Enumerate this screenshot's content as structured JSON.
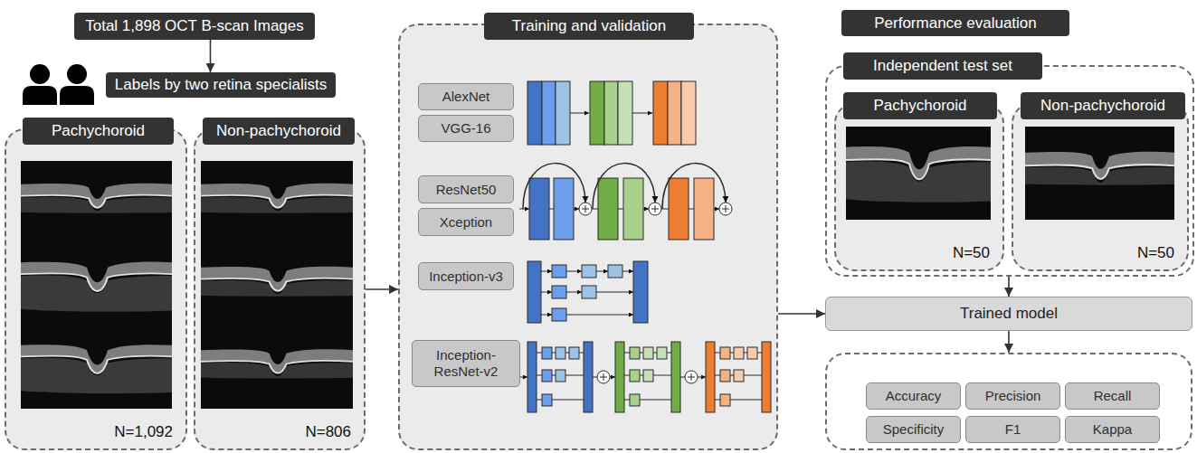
{
  "diagram": {
    "nodes": [
      {
        "text": [
          "Total 1,898 OCT B-scan Images"
        ]
      },
      {
        "text": [
          "Labels by two retina specialists"
        ]
      },
      {
        "text": [
          "Pachychoroid",
          "N=1,092"
        ]
      },
      {
        "text": [
          "Non-pachychoroid",
          "N=806"
        ]
      },
      {
        "text": [
          "Training and validation"
        ]
      },
      {
        "text": [
          "AlexNet"
        ],
        "in": 4
      },
      {
        "text": [
          "VGG-16"
        ],
        "in": 4
      },
      {
        "text": [
          "ResNet50"
        ],
        "in": 4
      },
      {
        "text": [
          "Xception"
        ],
        "in": 4
      },
      {
        "text": [
          "Inception-v3"
        ],
        "in": 4
      },
      {
        "text": [
          "Inception- ResNet-v2"
        ],
        "in": 4
      },
      {
        "text": [
          "Performance evaluation"
        ]
      },
      {
        "text": [
          "Independent test set"
        ]
      },
      {
        "text": [
          "Pachychoroid",
          "N=50"
        ],
        "in": 12
      },
      {
        "text": [
          "Non-pachychoroid",
          "N=50"
        ],
        "in": 12
      },
      {
        "text": [
          "Trained model"
        ]
      },
      {
        "text": []
      },
      {
        "text": [
          "Accuracy"
        ],
        "in": 16
      },
      {
        "text": [
          "Precision"
        ],
        "in": 16
      },
      {
        "text": [
          "Recall"
        ],
        "in": 16
      },
      {
        "text": [
          "Specificity"
        ],
        "in": 16
      },
      {
        "text": [
          "F1"
        ],
        "in": 16
      },
      {
        "text": [
          "Kappa"
        ],
        "in": 16
      }
    ],
    "edges": [
      {
        "from": 0,
        "to": 1,
        "arrow": "to"
      },
      {
        "from": 3,
        "to": 4,
        "arrow": "to"
      },
      {
        "from": 4,
        "to": 15,
        "arrow": "to"
      },
      {
        "from": 12,
        "to": 15,
        "arrow": "to"
      },
      {
        "from": 15,
        "to": 16,
        "arrow": "to"
      }
    ]
  }
}
